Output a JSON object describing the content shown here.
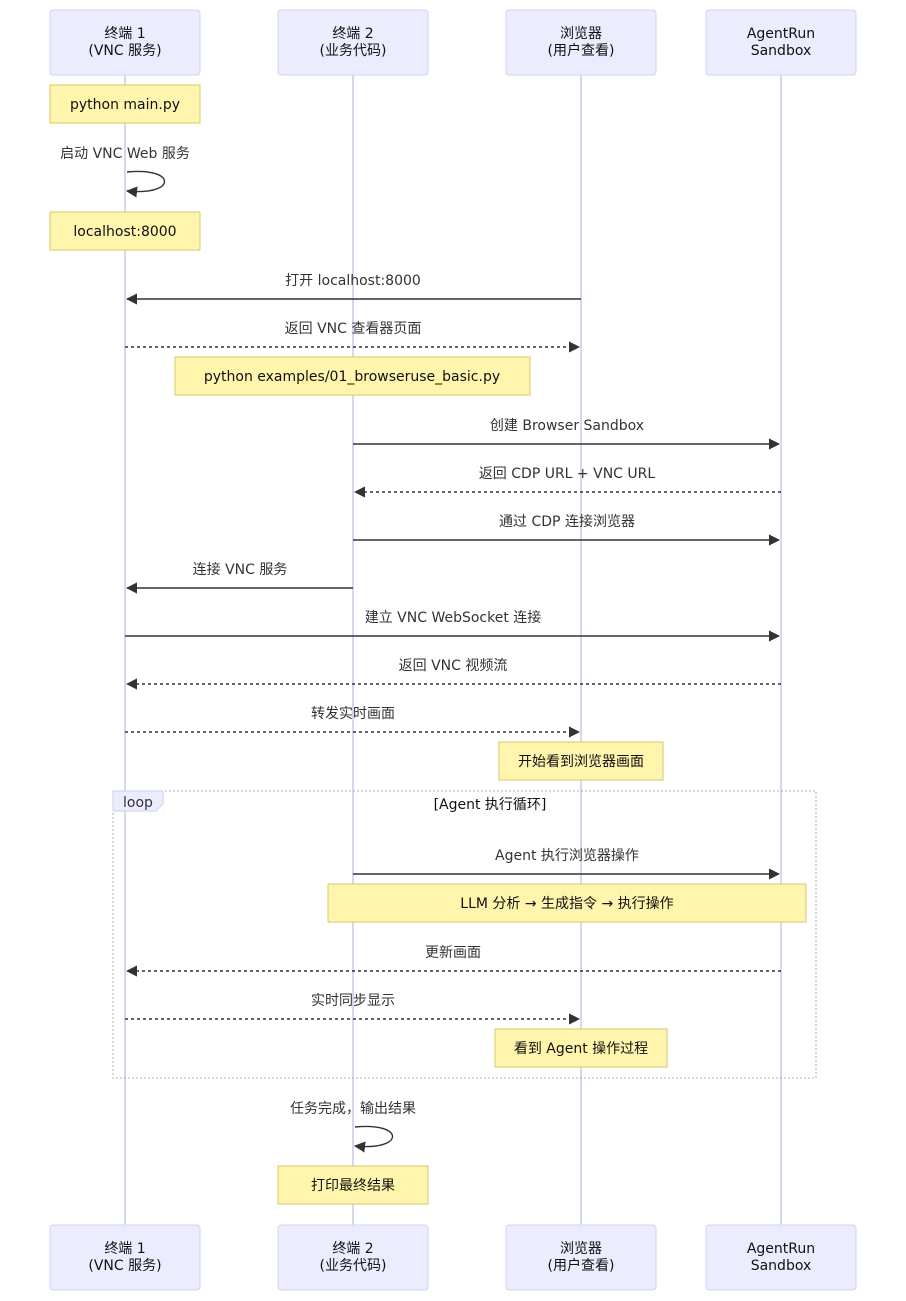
{
  "actors": [
    {
      "id": "t1",
      "lines": [
        "终端 1",
        "(VNC 服务)"
      ]
    },
    {
      "id": "t2",
      "lines": [
        "终端 2",
        "(业务代码)"
      ]
    },
    {
      "id": "br",
      "lines": [
        "浏览器",
        "(用户查看)"
      ]
    },
    {
      "id": "sb",
      "lines": [
        "AgentRun",
        "Sandbox"
      ]
    }
  ],
  "notes": [
    {
      "text": "python main.py"
    },
    {
      "text": "localhost:8000"
    },
    {
      "text": "python examples/01_browseruse_basic.py"
    },
    {
      "text": "开始看到浏览器画面"
    },
    {
      "text": "LLM 分析 → 生成指令 → 执行操作"
    },
    {
      "text": "看到 Agent 操作过程"
    },
    {
      "text": "打印最终结果"
    }
  ],
  "messages": [
    {
      "from": "t1",
      "to": "t1",
      "style": "solid",
      "text": "启动 VNC Web 服务"
    },
    {
      "from": "br",
      "to": "t1",
      "style": "solid",
      "text": "打开 localhost:8000"
    },
    {
      "from": "t1",
      "to": "br",
      "style": "dotted",
      "text": "返回 VNC 查看器页面"
    },
    {
      "from": "t2",
      "to": "sb",
      "style": "solid",
      "text": "创建 Browser Sandbox"
    },
    {
      "from": "sb",
      "to": "t2",
      "style": "dotted",
      "text": "返回 CDP URL + VNC URL"
    },
    {
      "from": "t2",
      "to": "sb",
      "style": "solid",
      "text": "通过 CDP 连接浏览器"
    },
    {
      "from": "t2",
      "to": "t1",
      "style": "solid",
      "text": "连接 VNC 服务"
    },
    {
      "from": "t1",
      "to": "sb",
      "style": "solid",
      "text": "建立 VNC WebSocket 连接"
    },
    {
      "from": "sb",
      "to": "t1",
      "style": "dotted",
      "text": "返回 VNC 视频流"
    },
    {
      "from": "t1",
      "to": "br",
      "style": "dotted",
      "text": "转发实时画面"
    },
    {
      "from": "t2",
      "to": "sb",
      "style": "solid",
      "text": "Agent 执行浏览器操作"
    },
    {
      "from": "sb",
      "to": "t1",
      "style": "dotted",
      "text": "更新画面"
    },
    {
      "from": "t1",
      "to": "br",
      "style": "dotted",
      "text": "实时同步显示"
    },
    {
      "from": "t2",
      "to": "t2",
      "style": "solid",
      "text": "任务完成，输出结果"
    }
  ],
  "loop": {
    "label": "loop",
    "condition": "[Agent 执行循环]"
  },
  "colors": {
    "actor_fill": "#ECECFF",
    "note_fill": "#FFF5AD",
    "line": "#333333",
    "lifeline": "#C8C8E6"
  }
}
